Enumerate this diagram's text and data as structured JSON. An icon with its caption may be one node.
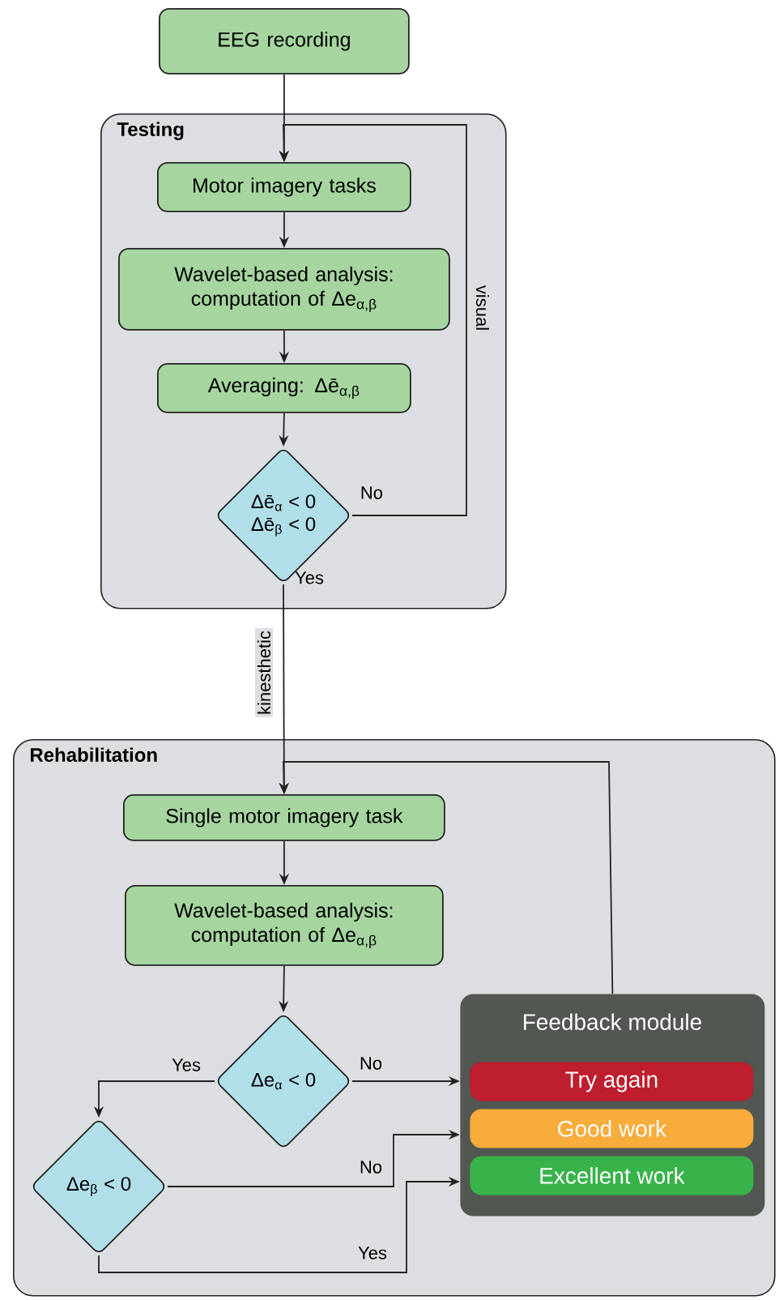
{
  "diagram": {
    "nodes": [
      {
        "text": [
          "EEG recording"
        ]
      },
      {
        "text": [
          "Testing"
        ]
      },
      {
        "text": [
          "Motor imagery tasks"
        ],
        "in": 1
      },
      {
        "text": [
          "Wavelet-based analysis: computation of Δe$_{α,β}$"
        ],
        "in": 1
      },
      {
        "text": [
          "Averaging: Δē$_{α,β}$"
        ],
        "in": 1
      },
      {
        "text": [
          "Δē$_{α}$ < 0",
          "Δē$_{β}$ < 0"
        ],
        "in": 1,
        "beside": [
          "No",
          "Yes"
        ]
      },
      {
        "text": [
          "Rehabilitation"
        ]
      },
      {
        "text": [
          "Single motor imagery task"
        ],
        "in": 6
      },
      {
        "text": [
          "Wavelet-based analysis: computation of Δe$_{α,β}$"
        ],
        "in": 6
      },
      {
        "text": [
          "Δe$_{α}$ < 0"
        ],
        "in": 6
      },
      {
        "text": [
          "Δe$_{β}$ < 0"
        ],
        "in": 6
      },
      {
        "text": [
          "Feedback module"
        ],
        "in": 6
      },
      {
        "text": [
          "Try again"
        ],
        "in": 11
      },
      {
        "text": [
          "Good work"
        ],
        "in": 11
      },
      {
        "text": [
          "Excellent work"
        ],
        "in": 11
      }
    ],
    "edges": [
      {
        "from": 0,
        "to": 2,
        "arrow": "to"
      },
      {
        "from": 2,
        "to": 3,
        "arrow": "to"
      },
      {
        "from": 3,
        "to": 4,
        "arrow": "to"
      },
      {
        "from": 4,
        "to": 5,
        "arrow": "to"
      },
      {
        "from": 5,
        "to": 2,
        "arrow": "to",
        "label": "visual"
      },
      {
        "from": 5,
        "to": 7,
        "arrow": "to",
        "label": "kinesthetic"
      },
      {
        "from": 11,
        "to": 7,
        "arrow": "to"
      },
      {
        "from": 7,
        "to": 8,
        "arrow": "to"
      },
      {
        "from": 8,
        "to": 9,
        "arrow": "to"
      },
      {
        "from": 9,
        "to": 11,
        "arrow": "to",
        "label": "No"
      },
      {
        "from": 9,
        "to": 10,
        "arrow": "to",
        "label": "Yes"
      },
      {
        "from": 10,
        "to": 11,
        "arrow": "to",
        "label": "No"
      },
      {
        "from": 10,
        "to": 11,
        "arrow": "to",
        "label": "Yes"
      }
    ]
  }
}
